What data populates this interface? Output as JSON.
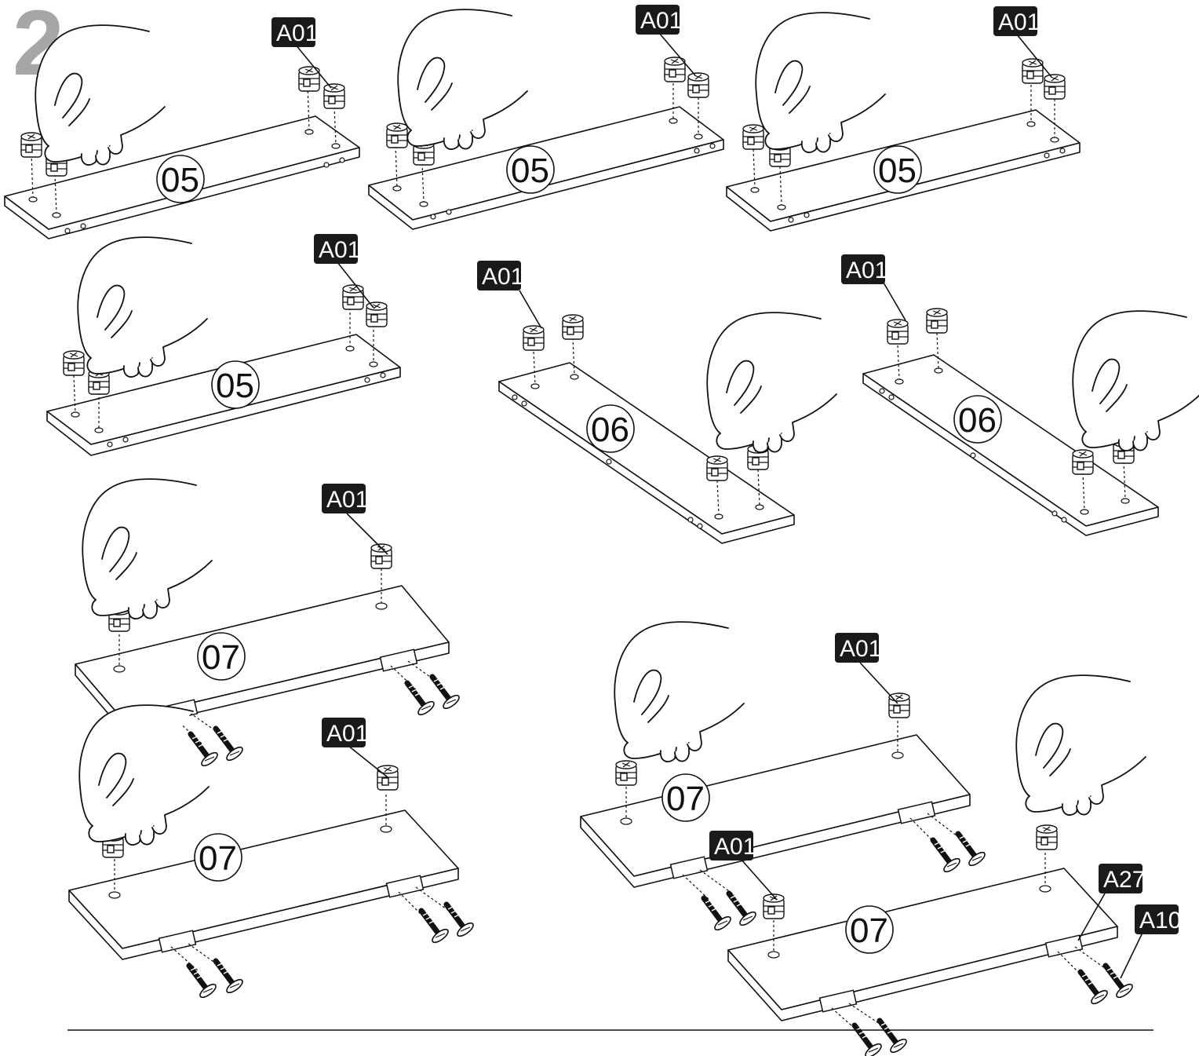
{
  "step_number": "2",
  "hardware_tags": {
    "cam_lock": "A01",
    "bracket": "A27",
    "screw": "A10"
  },
  "panel_ids": {
    "shelf_a": "05",
    "side": "06",
    "shelf_b": "07"
  }
}
